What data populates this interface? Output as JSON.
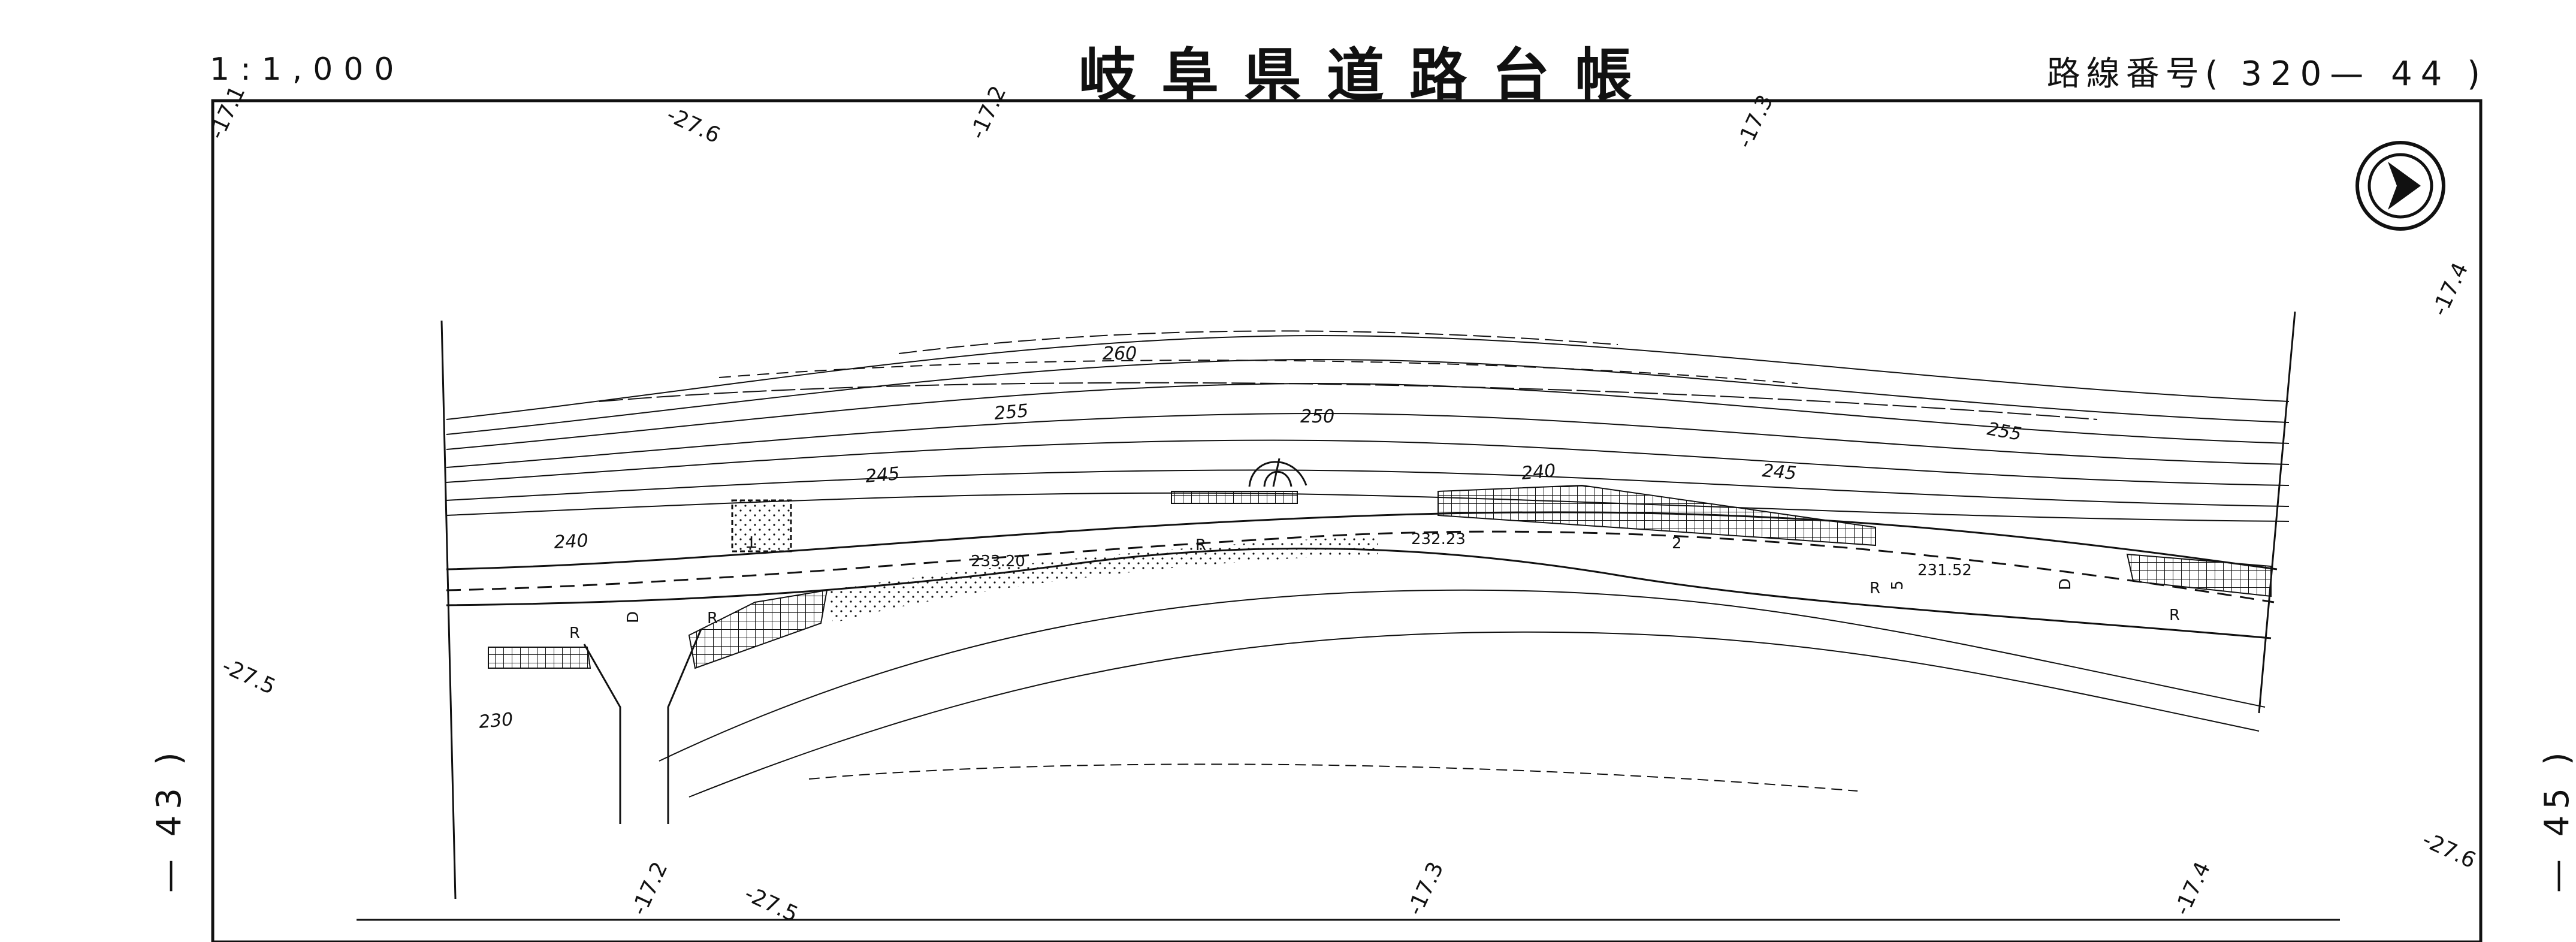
{
  "header": {
    "scale": "1:1,000",
    "title": "岐阜県道路台帳",
    "route_label": "路線番号(",
    "route_number": "320— 44",
    "route_close": ")"
  },
  "side_labels": {
    "left": "— 43 )",
    "right": "— 45 )"
  },
  "station_marks": {
    "top": [
      "-17.1",
      "-27.6",
      "-17.2",
      "-17.3",
      "-17.4"
    ],
    "bottom": [
      "-17.2",
      "-27.5",
      "-17.3",
      "-17.4",
      "-27.6"
    ],
    "left_side": "-27.5"
  },
  "contour_labels": [
    "260",
    "255",
    "250",
    "255",
    "245",
    "240",
    "245",
    "240",
    "230"
  ],
  "elevation_points": [
    "233.20",
    "232.23",
    "231.52"
  ],
  "map_symbols": {
    "road_marks": [
      "R",
      "R",
      "R",
      "R",
      "R"
    ],
    "road_d": [
      "D",
      "D"
    ],
    "other": [
      "T",
      "2",
      "5"
    ]
  },
  "north_arrow": "north-arrow"
}
